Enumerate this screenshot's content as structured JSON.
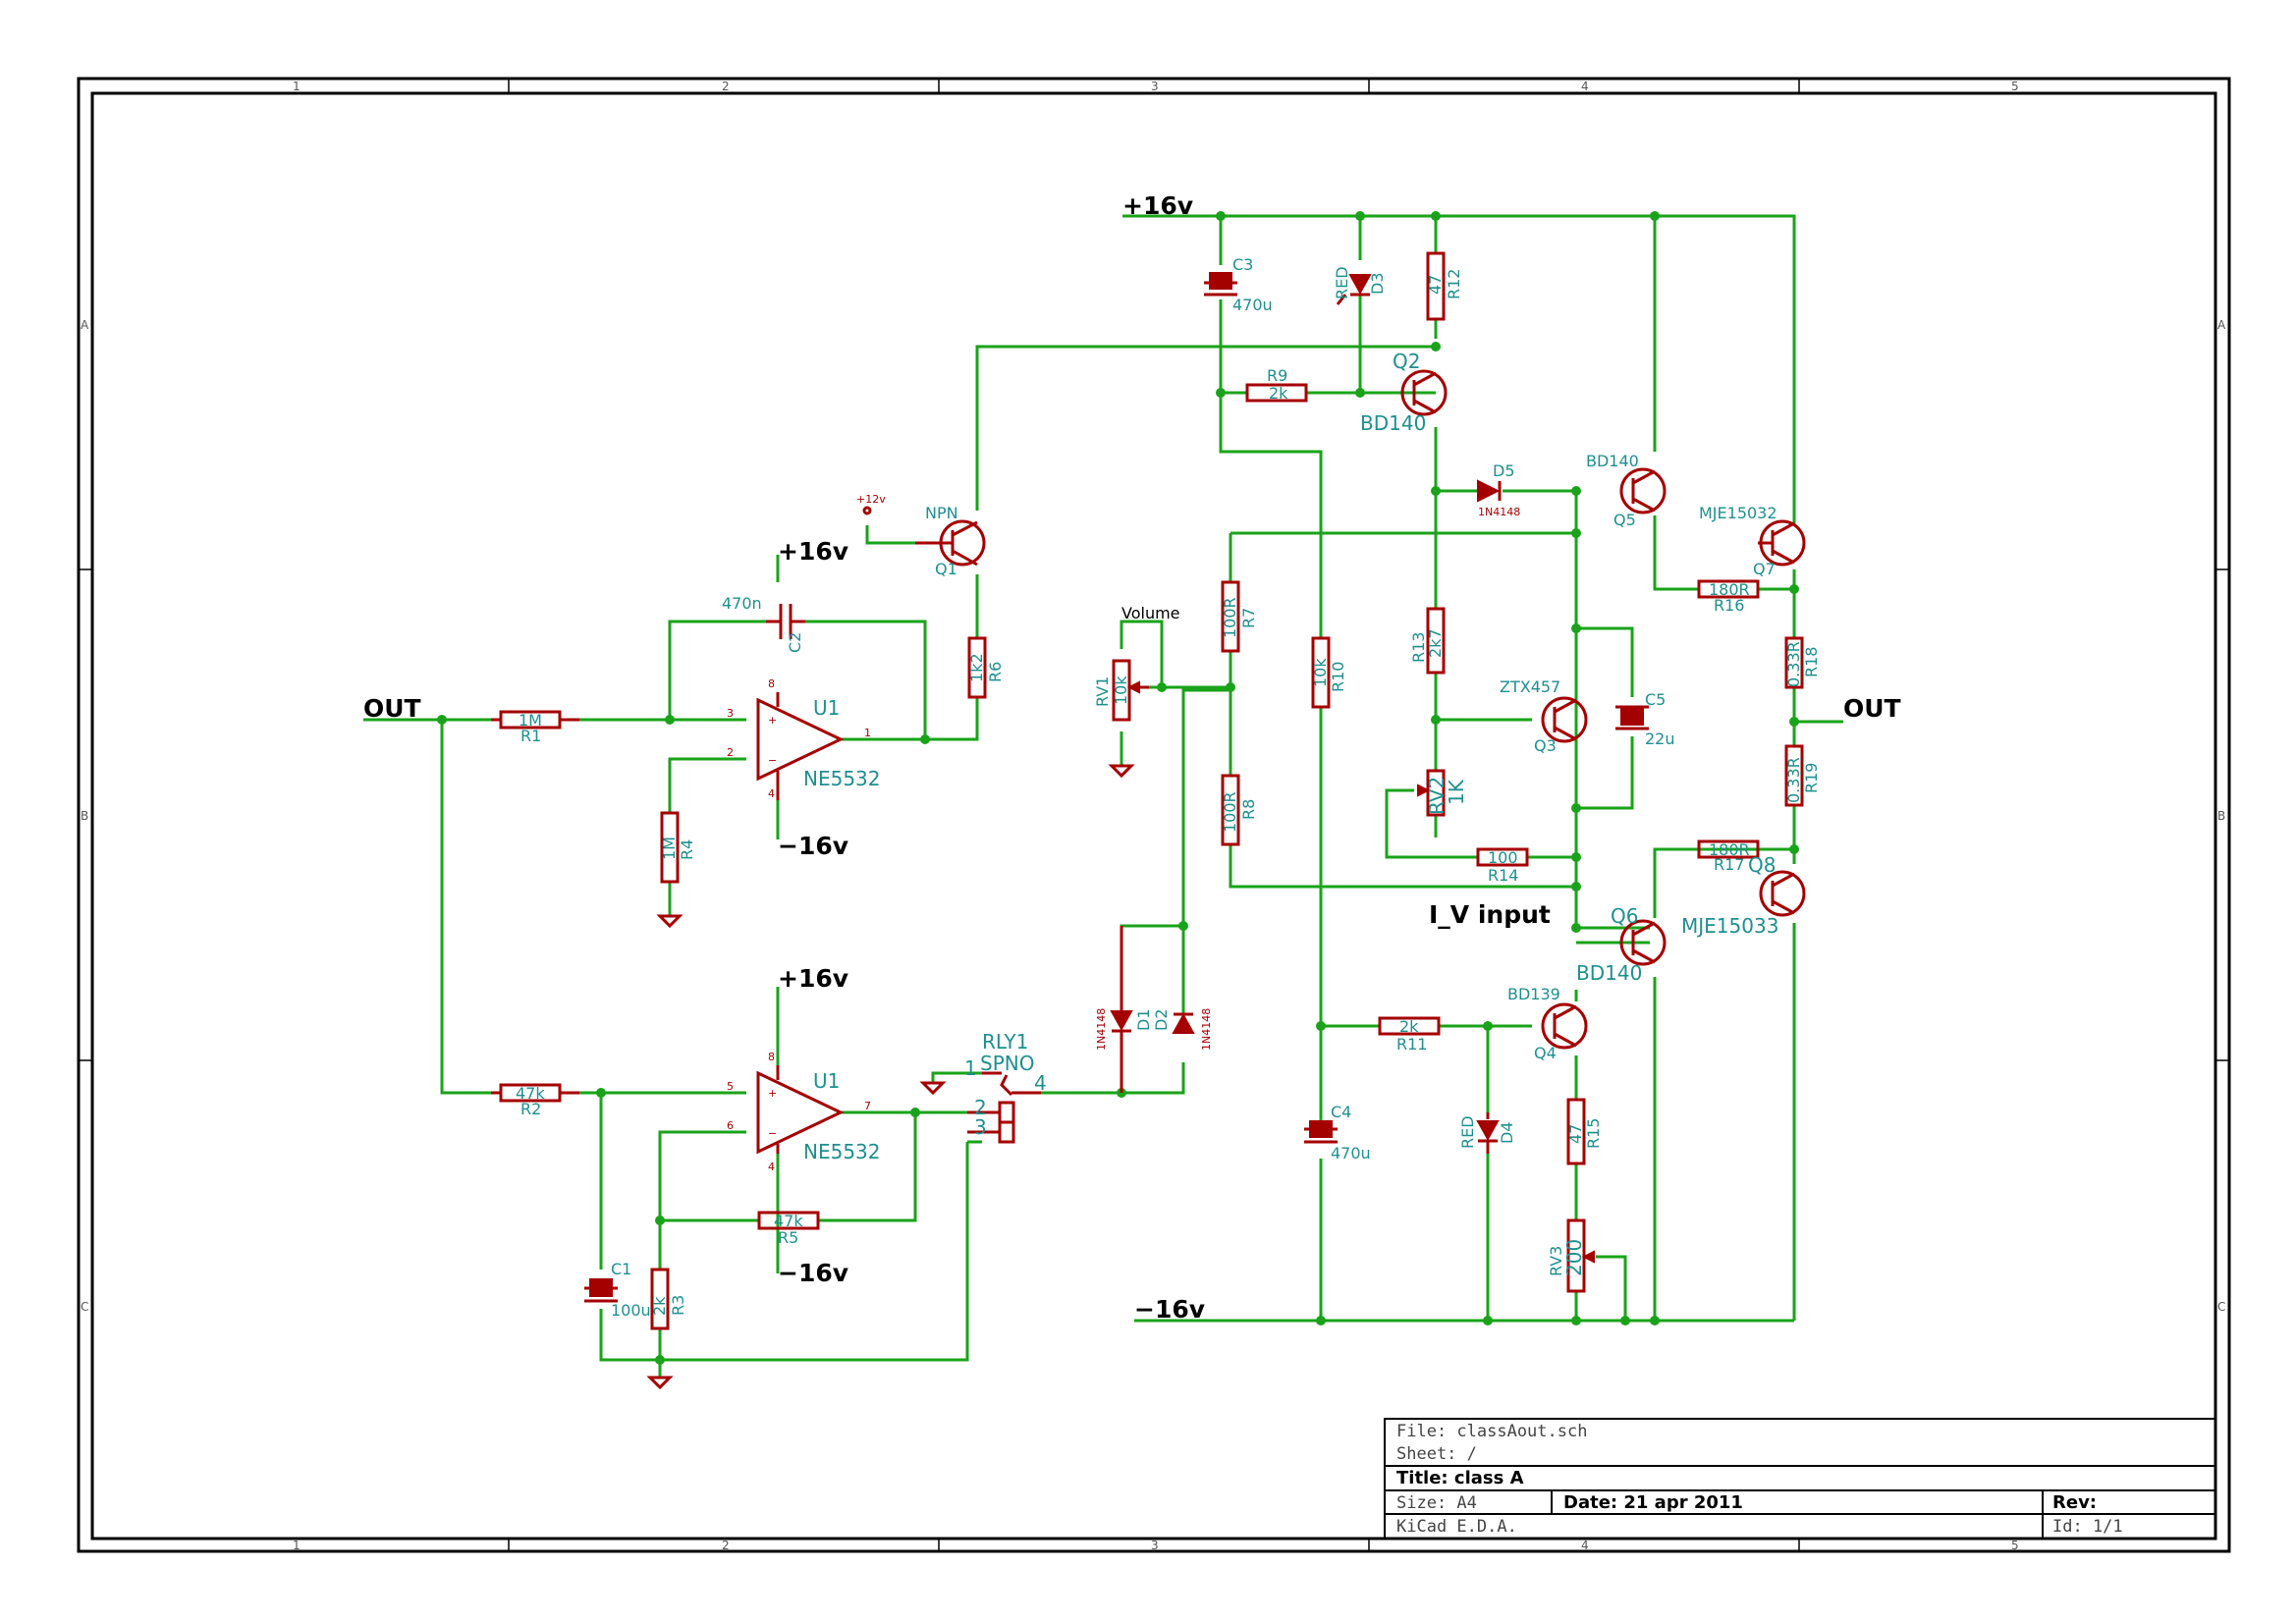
{
  "nets": {
    "vpos": "+16v",
    "vneg": "−16v",
    "out": "OUT",
    "volume": "Volume",
    "iv_input": "I_V input",
    "p12": "+12v"
  },
  "grid": {
    "cols": [
      "1",
      "2",
      "3",
      "4",
      "5"
    ],
    "rows": [
      "A",
      "B",
      "C"
    ]
  },
  "opamps": {
    "u1a": {
      "ref": "U1",
      "value": "NE5532",
      "pin_in_pos": "3",
      "pin_in_neg": "2",
      "pin_out": "1",
      "pin_vpos": "8",
      "pin_vneg": "4"
    },
    "u1b": {
      "ref": "U1",
      "value": "NE5532",
      "pin_in_pos": "5",
      "pin_in_neg": "6",
      "pin_out": "7",
      "pin_vpos": "8",
      "pin_vneg": "4"
    }
  },
  "resistors": {
    "r1": {
      "ref": "R1",
      "value": "1M"
    },
    "r2": {
      "ref": "R2",
      "value": "47k"
    },
    "r3": {
      "ref": "R3",
      "value": "2k"
    },
    "r4": {
      "ref": "R4",
      "value": "1M"
    },
    "r5": {
      "ref": "R5",
      "value": "47k"
    },
    "r6": {
      "ref": "R6",
      "value": "1k2"
    },
    "r7": {
      "ref": "R7",
      "value": "100R"
    },
    "r8": {
      "ref": "R8",
      "value": "100R"
    },
    "r9": {
      "ref": "R9",
      "value": "2k"
    },
    "r10": {
      "ref": "R10",
      "value": "10k"
    },
    "r11": {
      "ref": "R11",
      "value": "2k"
    },
    "r12": {
      "ref": "R12",
      "value": "47"
    },
    "r13": {
      "ref": "R13",
      "value": "2k7"
    },
    "r14": {
      "ref": "R14",
      "value": "100"
    },
    "r15": {
      "ref": "R15",
      "value": "47"
    },
    "r16": {
      "ref": "R16",
      "value": "180R"
    },
    "r17": {
      "ref": "R17",
      "value": "180R"
    },
    "r18": {
      "ref": "R18",
      "value": "0.33R"
    },
    "r19": {
      "ref": "R19",
      "value": "0.33R"
    }
  },
  "pots": {
    "rv1": {
      "ref": "RV1",
      "value": "10k"
    },
    "rv2": {
      "ref": "RV2",
      "value": "1K"
    },
    "rv3": {
      "ref": "RV3",
      "value": "200"
    }
  },
  "caps": {
    "c1": {
      "ref": "C1",
      "value": "100u"
    },
    "c2": {
      "ref": "C2",
      "value": "470n"
    },
    "c3": {
      "ref": "C3",
      "value": "470u"
    },
    "c4": {
      "ref": "C4",
      "value": "470u"
    },
    "c5": {
      "ref": "C5",
      "value": "22u"
    }
  },
  "diodes": {
    "d1": {
      "ref": "D1",
      "value": "1N4148"
    },
    "d2": {
      "ref": "D2",
      "value": "1N4148"
    },
    "d3": {
      "ref": "D3",
      "value": "RED"
    },
    "d4": {
      "ref": "D4",
      "value": "RED"
    },
    "d5": {
      "ref": "D5",
      "value": "1N4148"
    }
  },
  "transistors": {
    "q1": {
      "ref": "Q1",
      "value": "NPN"
    },
    "q2": {
      "ref": "Q2",
      "value": "BD140"
    },
    "q3": {
      "ref": "Q3",
      "value": "ZTX457"
    },
    "q4": {
      "ref": "Q4",
      "value": "BD139"
    },
    "q5": {
      "ref": "Q5",
      "value": "BD140"
    },
    "q6": {
      "ref": "Q6",
      "value": "BD140"
    },
    "q7": {
      "ref": "Q7",
      "value": "MJE15032"
    },
    "q8": {
      "ref": "Q8",
      "value": "MJE15033"
    }
  },
  "relay": {
    "ref": "RLY1",
    "value": "SPNO",
    "pins": [
      "1",
      "2",
      "3",
      "4"
    ]
  },
  "titleblock": {
    "file": "File: classAout.sch",
    "sheet": "Sheet: /",
    "title": "Title: class A",
    "size": "Size: A4",
    "date": "Date: 21 apr 2011",
    "rev": "Rev:",
    "tool": "KiCad E.D.A.",
    "id": "Id: 1/1"
  }
}
